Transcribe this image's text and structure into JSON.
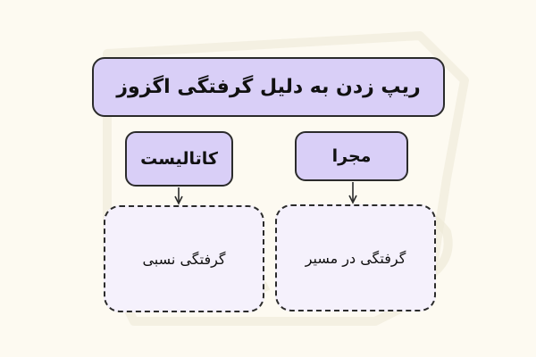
{
  "diagram": {
    "title": "ریپ زدن به دلیل گرفتگی اگزوز",
    "branches": [
      {
        "heading": "کاتالیست",
        "detail": "گرفتگی نسبی"
      },
      {
        "heading": "مجرا",
        "detail": "گرفتگی در مسیر"
      }
    ]
  },
  "colors": {
    "background": "#fdfaf1",
    "box_fill": "#d9cff7",
    "leaf_fill": "#f5f1fc",
    "stroke": "#2b2b2b"
  }
}
